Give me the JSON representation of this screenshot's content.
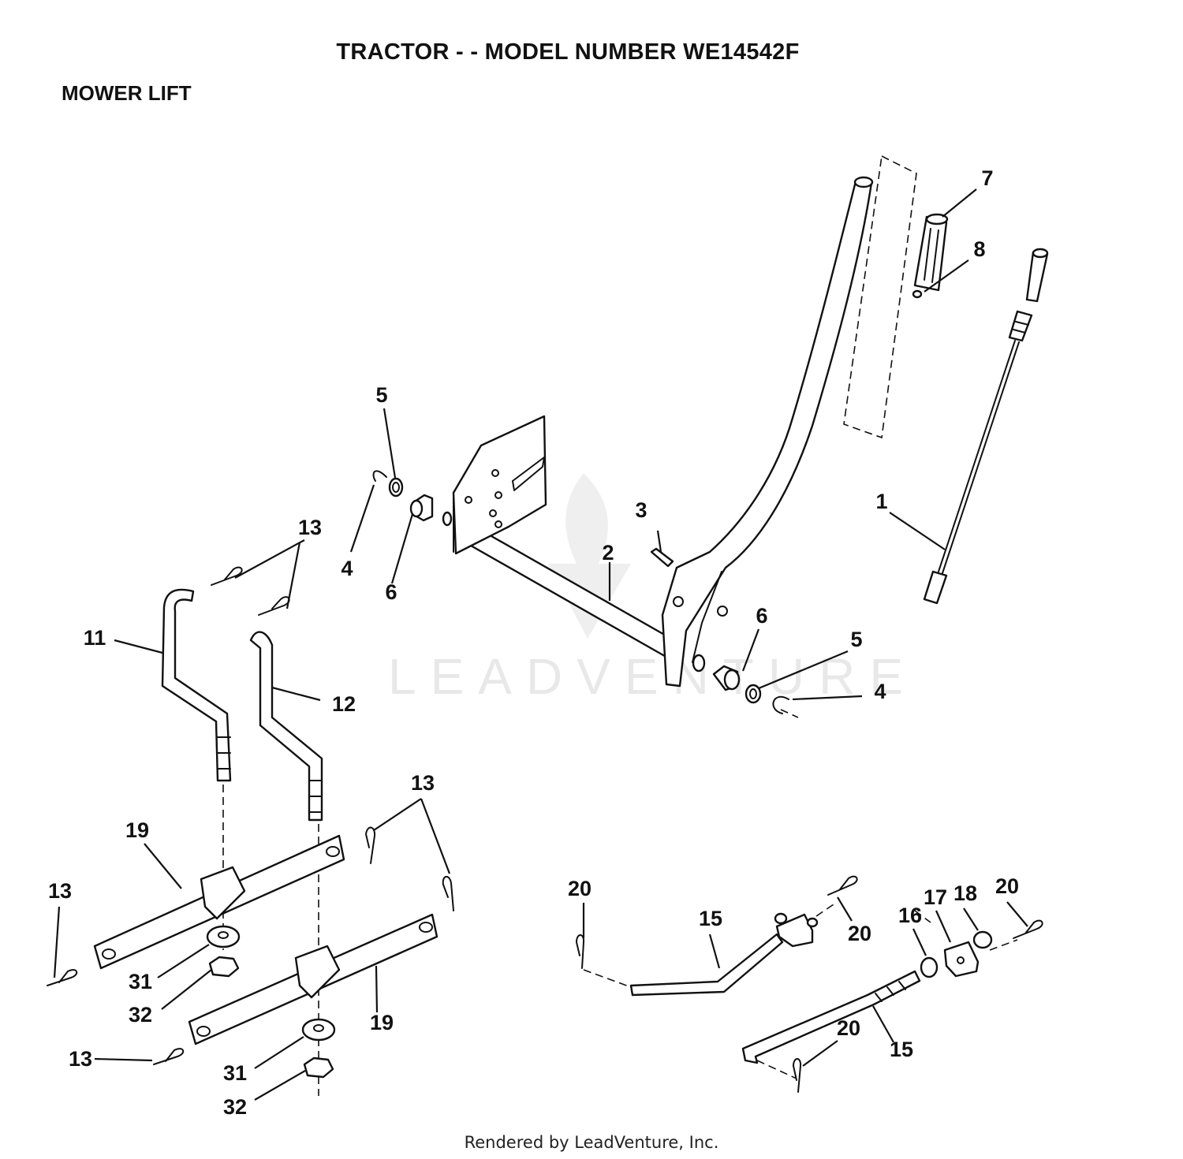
{
  "header": {
    "title": "TRACTOR - - MODEL NUMBER WE14542F",
    "section": "MOWER LIFT"
  },
  "watermark": {
    "text": "LEADVENTURE"
  },
  "footer": {
    "text": "Rendered by LeadVenture, Inc."
  },
  "callouts": [
    {
      "label": "1"
    },
    {
      "label": "2"
    },
    {
      "label": "3"
    },
    {
      "label": "4"
    },
    {
      "label": "4"
    },
    {
      "label": "5"
    },
    {
      "label": "5"
    },
    {
      "label": "6"
    },
    {
      "label": "6"
    },
    {
      "label": "7"
    },
    {
      "label": "8"
    },
    {
      "label": "11"
    },
    {
      "label": "12"
    },
    {
      "label": "13"
    },
    {
      "label": "13"
    },
    {
      "label": "13"
    },
    {
      "label": "13"
    },
    {
      "label": "15"
    },
    {
      "label": "15"
    },
    {
      "label": "16"
    },
    {
      "label": "17"
    },
    {
      "label": "18"
    },
    {
      "label": "19"
    },
    {
      "label": "19"
    },
    {
      "label": "20"
    },
    {
      "label": "20"
    },
    {
      "label": "20"
    },
    {
      "label": "20"
    },
    {
      "label": "31"
    },
    {
      "label": "31"
    },
    {
      "label": "32"
    },
    {
      "label": "32"
    }
  ]
}
